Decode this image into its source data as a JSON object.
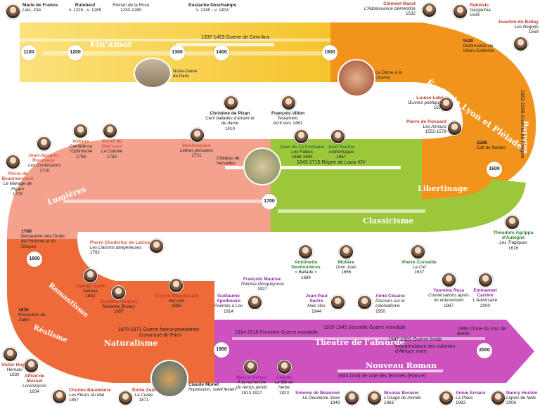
{
  "colors": {
    "moyen_age": "#f6c42c",
    "moyen_age_light": "#fbe27c",
    "renaissance": "#f2931c",
    "classicisme": "#9cc73a",
    "lumieres": "#f4a18e",
    "romantisme": "#ef6a39",
    "vingtieme": "#cd52c0",
    "text": "#222222",
    "era_labels": {
      "Moyen Âge": "#f6c42c",
      "Renaissance": "#f2931c",
      "Classicisme": "#9cc73a",
      "Lumières": "#f4a18e",
      "Romantisme": "#ef6a39",
      "XXe siècle": "#cd52c0"
    }
  },
  "movements": {
    "finamor": "Fin'amor",
    "ecole_lyon": "École de Lyon et Pléiade",
    "baroque": "Baroque",
    "libertinage": "Libertinage",
    "classicisme": "Classicisme",
    "lumieres": "Lumières",
    "romantisme": "Romantisme",
    "realisme": "Réalisme",
    "naturalisme": "Naturalisme",
    "theatre_absurde": "Théâtre de l'absurde",
    "nouveau_roman": "Nouveau Roman"
  },
  "years": {
    "y1100": "1100",
    "y1200": "1200",
    "y1300": "1300",
    "y1400": "1400",
    "y1500": "1500",
    "y1600": "1600",
    "y1700": "1700",
    "y1800": "1800",
    "y1900": "1900",
    "y2000": "2000"
  },
  "periods": {
    "cent_ans": "1337-1453 Guerre de Cent Ans",
    "guerres_religion": "1562-1598 Guerres de Religion",
    "louis_xiv": "1643-1715 Règne de Louis XIV",
    "franco_prussienne": "1870-1871 Guerre franco-prussienne",
    "commune": "Commune de Paris",
    "ww1": "1914-1918 Première Guerre mondiale",
    "ww2": "1939-1945 Seconde Guerre mondiale",
    "guerre_froide": "1947-1991 Guerre froide",
    "chute_mur": "1989 Chute du mur de Berlin",
    "independance": "Indépendance des colonies d'Afrique noire",
    "vote_femmes": "1944 Droit de vote des femmes (France)"
  },
  "events": {
    "villers_cotterets": {
      "date": "1539",
      "text": "Ordonnance de Villers-Cotterêts"
    },
    "edit_nantes": {
      "date": "1598",
      "text": "Édit de Nantes"
    },
    "declaration": {
      "date": "1789",
      "text": "Déclaration des Droits de l'Homme et du Citoyen"
    },
    "revolution_juillet": {
      "date": "1830",
      "text": "Révolution de Juillet"
    }
  },
  "places": {
    "notre_dame": "Notre-Dame de Paris",
    "dame_licorne": "La Dame à la Licorne",
    "versailles": "Château de Versailles",
    "monet": {
      "name": "Claude Monet",
      "work": "Impression, soleil levant"
    }
  },
  "authors": {
    "marie_france": {
      "name": "Marie de France",
      "work": "Lais, XIIe"
    },
    "rutebeuf": {
      "name": "Rutebeuf",
      "date": "v. 1225 - v. 1285"
    },
    "roman_rose": {
      "name": "Roman de la Rose",
      "date": "1230-1280"
    },
    "deschamps": {
      "name": "Eustache Deschamps",
      "date": "v. 1340 - v. 1404"
    },
    "pizan": {
      "name": "Christine de Pizan",
      "work": "Cent ballades d'amant et de dame",
      "date": "1410"
    },
    "villon": {
      "name": "François Villon",
      "work": "Testament,",
      "date": "écrit vers 1461"
    },
    "marot": {
      "name": "Clément Marot",
      "work": "L'Adolescence clémentine",
      "date": "1532"
    },
    "rabelais": {
      "name": "Rabelais",
      "work": "Gargantua",
      "date": "1534"
    },
    "du_bellay": {
      "name": "Joachim du Bellay",
      "work": "Les Regrets",
      "date": "1558"
    },
    "labe": {
      "name": "Louise Labé",
      "work": "Œuvres poétiques",
      "date": "1555"
    },
    "ronsard": {
      "name": "Pierre de Ronsard",
      "work": "Les Amours",
      "date": "1552-1578"
    },
    "la_fontaine": {
      "name": "Jean de La Fontaine",
      "work": "Les Fables",
      "date": "1668-1694"
    },
    "racine": {
      "name": "Jean Racine",
      "work": "Andromaque",
      "date": "1667"
    },
    "montesquieu": {
      "name": "Montesquieu",
      "work": "Lettres persanes",
      "date": "1721"
    },
    "voltaire": {
      "name": "Voltaire",
      "work": "Candide ou l'Optimisme",
      "date": "1759"
    },
    "marivaux": {
      "name": "Pierre de Marivaux",
      "work": "La Colonie",
      "date": "1750"
    },
    "rousseau": {
      "name": "Jean-Jacques Rousseau",
      "work": "Les Confessions",
      "date": "1770"
    },
    "beaumarchais": {
      "name": "Pierre de Beaumarchais",
      "work": "Le Mariage de Figaro",
      "date": "1778"
    },
    "aubigne": {
      "name": "Théodore Agrippa d'Aubigné",
      "work": "Les Tragiques",
      "date": "1616"
    },
    "deshoulieres": {
      "name": "Antoinette Deshoulières",
      "work": "« Ballade »",
      "date": "1684"
    },
    "moliere": {
      "name": "Molière",
      "work": "Dom Juan",
      "date": "1665"
    },
    "corneille": {
      "name": "Pierre Corneille",
      "work": "Le Cid",
      "date": "1637"
    },
    "laclos": {
      "name": "Pierre Choderlos de Laclos",
      "work": "Les Liaisons dangereuses",
      "date": "1782"
    },
    "sand": {
      "name": "George Sand",
      "work": "Indiana",
      "date": "1832"
    },
    "flaubert": {
      "name": "Gustave Flaubert",
      "work": "Madame Bovary",
      "date": "1857"
    },
    "maupassant": {
      "name": "Guy de Maupassant",
      "work": "Bel-Ami",
      "date": "1885"
    },
    "hugo": {
      "name": "Victor Hugo",
      "work": "Hernani",
      "date": "1830"
    },
    "musset": {
      "name": "Alfred de Musset",
      "work": "Lorenzaccio",
      "date": "1834"
    },
    "baudelaire": {
      "name": "Charles Baudelaire",
      "work": "Les Fleurs du Mal",
      "date": "1857"
    },
    "zola": {
      "name": "Émile Zola",
      "work": "La Curée",
      "date": "1871"
    },
    "apollinaire": {
      "name": "Guillaume Apollinaire",
      "work": "Poèmes à Lou",
      "date": "1914"
    },
    "mauriac": {
      "name": "François Mauriac",
      "work": "Thérèse Desqueyroux",
      "date": "1927"
    },
    "sartre": {
      "name": "Jean-Paul Sartre",
      "work": "Huis clos",
      "date": "1944"
    },
    "cesaire": {
      "name": "Aimé Césaire",
      "work": "Discours sur le colonialisme",
      "date": "1950"
    },
    "reza": {
      "name": "Yasmina Reza",
      "work": "Conversations après un enterrement",
      "date": "1987"
    },
    "carrere": {
      "name": "Emmanuel Carrère",
      "work": "L'Adversaire",
      "date": "2000"
    },
    "proust": {
      "name": "Marcel Proust",
      "work": "À la recherche du temps perdu",
      "date": "1913-1927"
    },
    "colette": {
      "name": "Colette",
      "work": "Le Blé en herbe",
      "date": "1923"
    },
    "beauvoir": {
      "name": "Simone de Beauvoir",
      "work": "Le Deuxième Sexe",
      "date": "1949"
    },
    "bouvier": {
      "name": "Nicolas Bouvier",
      "work": "L'Usage du monde",
      "date": "1963"
    },
    "ernaux": {
      "name": "Annie Ernaux",
      "work": "La Place",
      "date": "1983"
    },
    "huston": {
      "name": "Nancy Huston",
      "work": "Lignes de faille",
      "date": "2006"
    }
  }
}
